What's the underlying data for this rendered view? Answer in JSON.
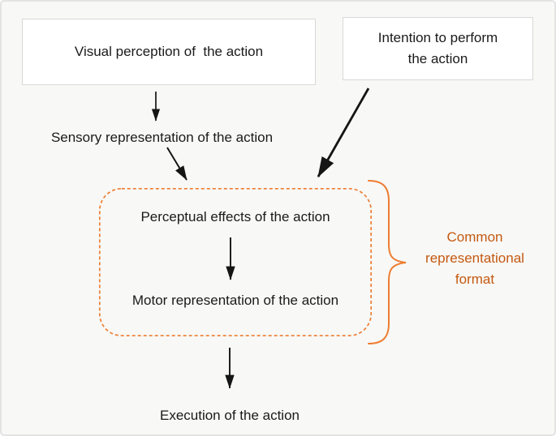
{
  "palette": {
    "background": "#f8f8f6",
    "frame_border": "#e3e3e3",
    "box_background": "#ffffff",
    "box_border": "#d9d9d9",
    "text": "#1a1a1a",
    "arrow": "#151515",
    "accent_orange": "#ed7d31",
    "accent_orange_text": "#c45911"
  },
  "diagram": {
    "boxes": {
      "visual_perception": {
        "label": "Visual perception of  the action"
      },
      "intention": {
        "lines": [
          "Intention to perform",
          "the action"
        ]
      }
    },
    "labels": {
      "sensory": "Sensory representation of the action",
      "perceptual": "Perceptual effects of the action",
      "motor": "Motor representation of the action",
      "execution": "Execution of the action"
    },
    "brace_annotation": {
      "lines": [
        "Common",
        "representational",
        "format"
      ]
    },
    "icons": [
      "down-arrow-icon",
      "diagonal-arrow-icon",
      "long-diagonal-arrow-icon",
      "down-arrow-icon",
      "down-arrow-icon",
      "right-curly-brace-icon"
    ]
  }
}
